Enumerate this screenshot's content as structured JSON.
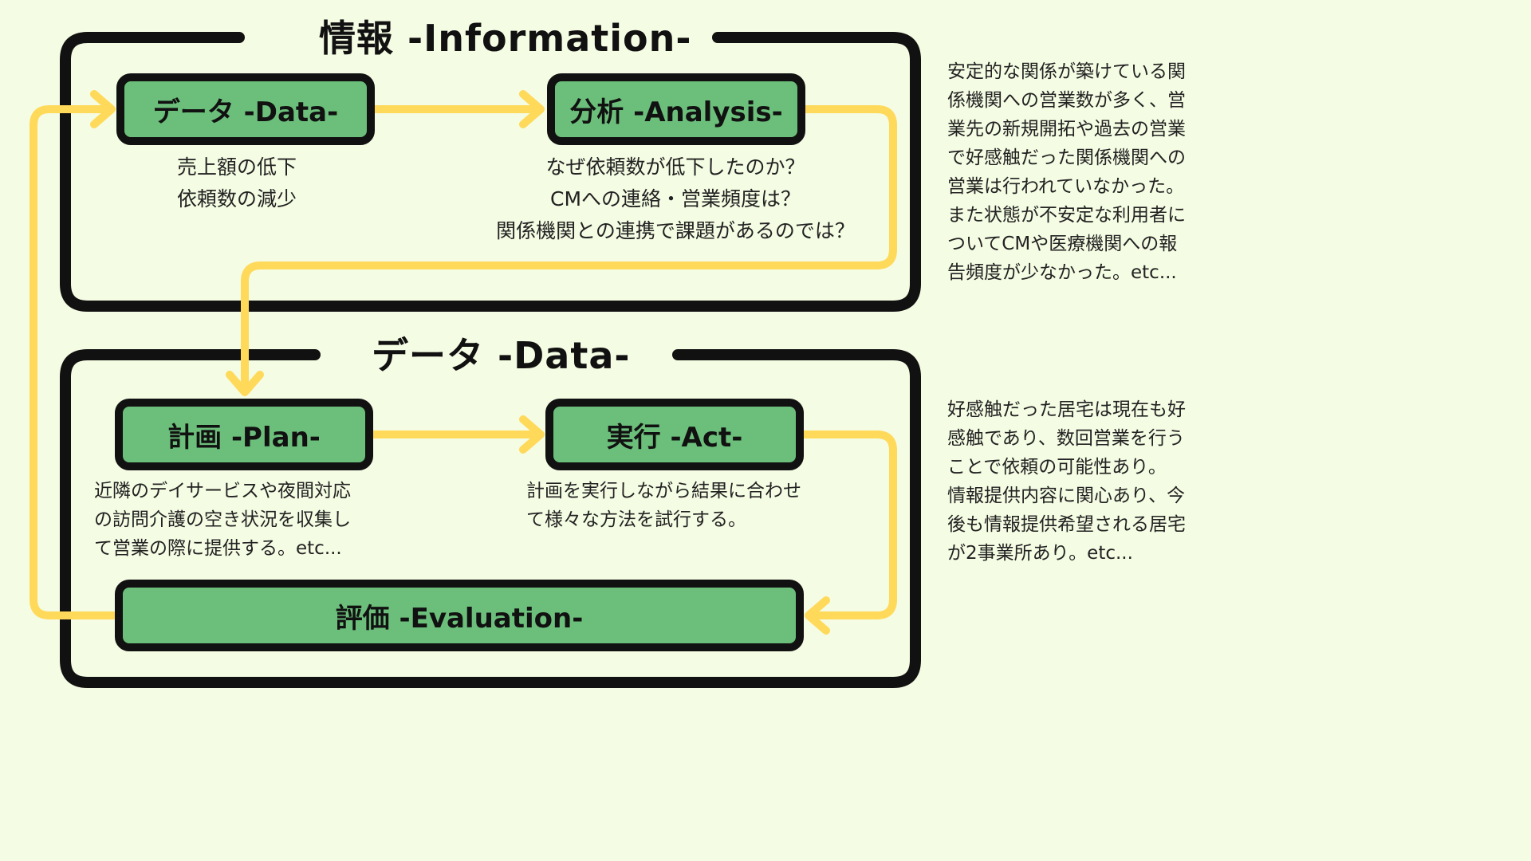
{
  "top_frame": {
    "title": "情報 -Information-"
  },
  "bottom_frame": {
    "title": "データ -Data-"
  },
  "boxes": {
    "data": "データ -Data-",
    "analysis": "分析 -Analysis-",
    "plan": "計画 -Plan-",
    "act": "実行 -Act-",
    "evaluation": "評価 -Evaluation-"
  },
  "descriptions": {
    "data": [
      "売上額の低下",
      "依頼数の減少"
    ],
    "analysis": [
      "なぜ依頼数が低下したのか？",
      "CMへの連絡・営業頻度は？",
      "関係機関との連携で課題があるのでは？"
    ],
    "plan": [
      "近隣のデイサービスや夜間対応",
      "の訪問介護の空き状況を収集し",
      "て営業の際に提供する。etc..."
    ],
    "act": [
      "計画を実行しながら結果に合わせ",
      "て様々な方法を試行する。"
    ]
  },
  "side_notes": {
    "top": [
      "安定的な関係が築けている関",
      "係機関への営業数が多く、営",
      "業先の新規開拓や過去の営業",
      "で好感触だった関係機関への",
      "営業は行われていなかった。",
      "また状態が不安定な利用者に",
      "ついてCMや医療機関への報",
      "告頻度が少なかった。etc..."
    ],
    "bottom": [
      "好感触だった居宅は現在も好",
      "感触であり、数回営業を行う",
      "ことで依頼の可能性あり。",
      "情報提供内容に関心あり、今",
      "後も情報提供希望される居宅",
      "が2事業所あり。etc..."
    ]
  },
  "colors": {
    "background": "#F4FCE3",
    "box_fill": "#6CBF7B",
    "border": "#111111",
    "arrow": "#FFD95A"
  }
}
